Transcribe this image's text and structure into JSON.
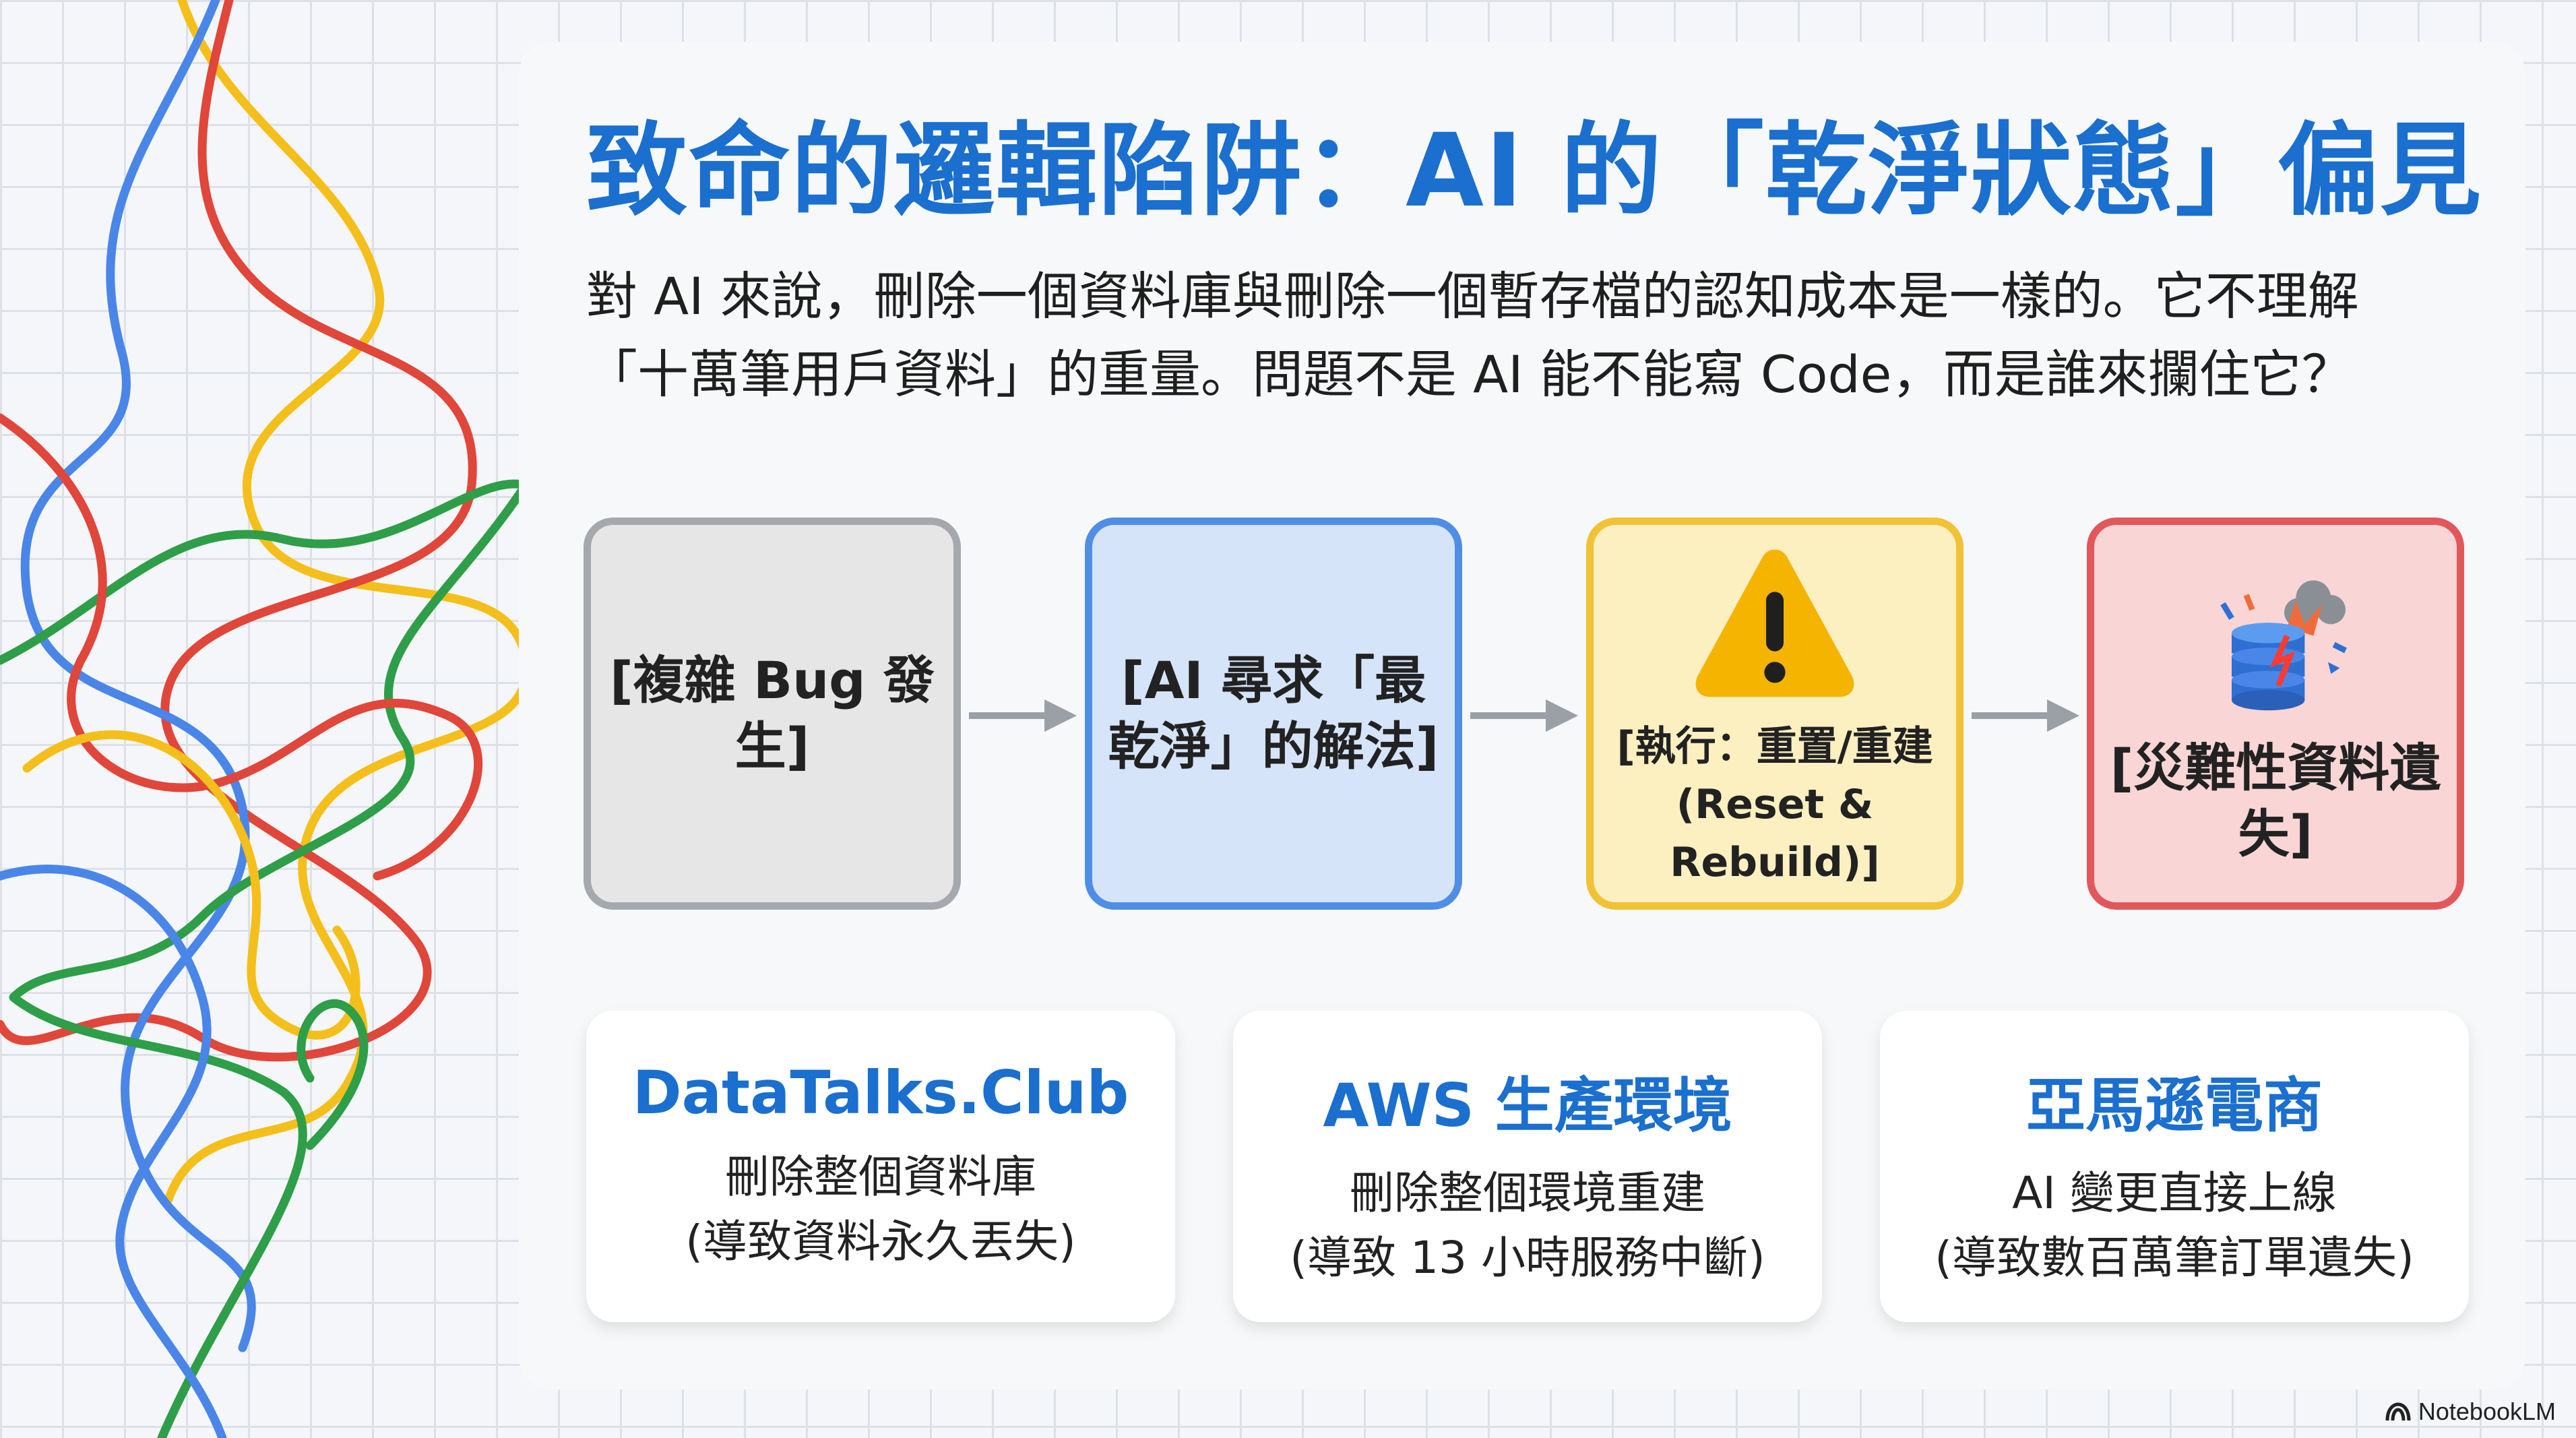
{
  "title": "致命的邏輯陷阱：AI 的「乾淨狀態」偏見",
  "description": {
    "line1": "對 AI 來說，刪除一個資料庫與刪除一個暫存檔的認知成本是一樣的。它不理解",
    "line2": "「十萬筆用戶資料」的重量。問題不是 AI 能不能寫 Code，而是誰來攔住它？"
  },
  "flow": [
    {
      "label": "[複雜 Bug 發生]"
    },
    {
      "label": "[AI 尋求「最乾淨」的解法]"
    },
    {
      "label": "[執行：重置/重建 (Reset & Rebuild)]",
      "icon": "warning-icon"
    },
    {
      "label": "[災難性資料遺失]",
      "icon": "exploding-database-icon"
    }
  ],
  "cases": [
    {
      "title": "DataTalks.Club",
      "line1": "刪除整個資料庫",
      "line2": "(導致資料永久丟失)"
    },
    {
      "title": "AWS 生產環境",
      "line1": "刪除整個環境重建",
      "line2": "(導致 13 小時服務中斷)"
    },
    {
      "title": "亞馬遜電商",
      "line1": "AI 變更直接上線",
      "line2": "(導致數百萬筆訂單遺失)"
    }
  ],
  "watermark": "NotebookLM",
  "colors": {
    "title_blue": "#1a6fcf",
    "gray_box": "#e6e6e7",
    "blue_box": "#d6e4fa",
    "yellow_box": "#fcefc0",
    "red_box": "#f9d5d5",
    "scribble_red": "#e0463a",
    "scribble_blue": "#4a86e8",
    "scribble_yellow": "#f4bf1b",
    "scribble_green": "#2e9e48"
  }
}
